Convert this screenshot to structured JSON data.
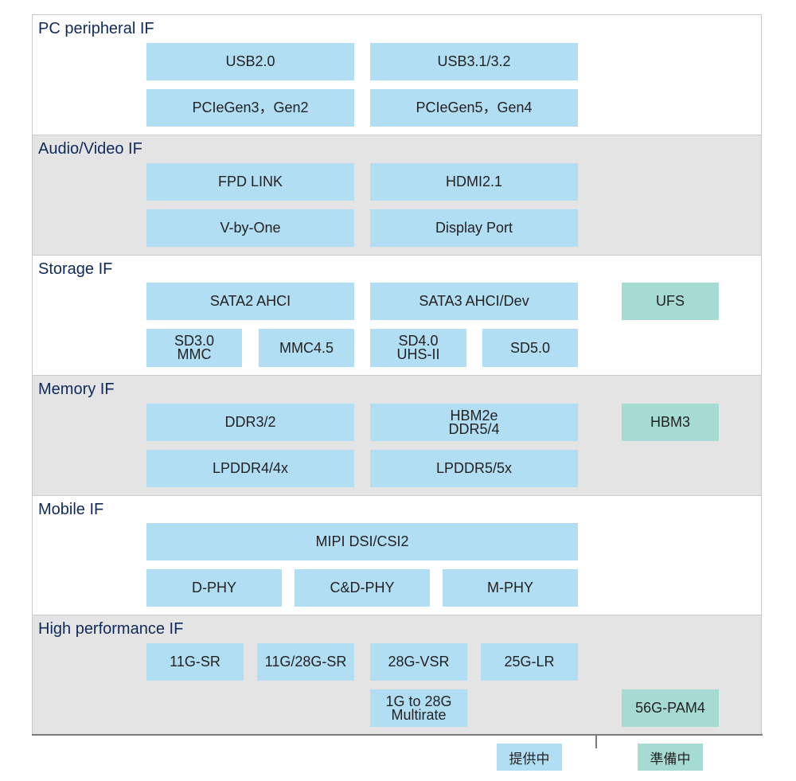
{
  "sections": [
    {
      "title": "PC peripheral IF",
      "boxes": [
        {
          "lines": [
            "USB2.0"
          ],
          "type": "provided"
        },
        {
          "lines": [
            "USB3.1/3.2"
          ],
          "type": "provided"
        },
        {
          "lines": [
            "PCIeGen3，Gen2"
          ],
          "type": "provided"
        },
        {
          "lines": [
            "PCIeGen5，Gen4"
          ],
          "type": "provided"
        }
      ]
    },
    {
      "title": "Audio/Video IF",
      "boxes": [
        {
          "lines": [
            "FPD LINK"
          ],
          "type": "provided"
        },
        {
          "lines": [
            "HDMI2.1"
          ],
          "type": "provided"
        },
        {
          "lines": [
            "V-by-One"
          ],
          "type": "provided"
        },
        {
          "lines": [
            "Display Port"
          ],
          "type": "provided"
        }
      ]
    },
    {
      "title": "Storage IF",
      "boxes": [
        {
          "lines": [
            "SATA2 AHCI"
          ],
          "type": "provided"
        },
        {
          "lines": [
            "SATA3 AHCI/Dev"
          ],
          "type": "provided"
        },
        {
          "lines": [
            "UFS"
          ],
          "type": "preparing"
        },
        {
          "lines": [
            "SD3.0",
            "MMC"
          ],
          "type": "provided"
        },
        {
          "lines": [
            "MMC4.5"
          ],
          "type": "provided"
        },
        {
          "lines": [
            "SD4.0",
            "UHS-II"
          ],
          "type": "provided"
        },
        {
          "lines": [
            "SD5.0"
          ],
          "type": "provided"
        }
      ]
    },
    {
      "title": "Memory IF",
      "boxes": [
        {
          "lines": [
            "DDR3/2"
          ],
          "type": "provided"
        },
        {
          "lines": [
            "HBM2e",
            "DDR5/4"
          ],
          "type": "provided"
        },
        {
          "lines": [
            "HBM3"
          ],
          "type": "preparing"
        },
        {
          "lines": [
            "LPDDR4/4x"
          ],
          "type": "provided"
        },
        {
          "lines": [
            "LPDDR5/5x"
          ],
          "type": "provided"
        }
      ]
    },
    {
      "title": "Mobile IF",
      "boxes": [
        {
          "lines": [
            "MIPI DSI/CSI2"
          ],
          "type": "provided"
        },
        {
          "lines": [
            "D-PHY"
          ],
          "type": "provided"
        },
        {
          "lines": [
            "C&D-PHY"
          ],
          "type": "provided"
        },
        {
          "lines": [
            "M-PHY"
          ],
          "type": "provided"
        }
      ]
    },
    {
      "title": "High performance IF",
      "boxes": [
        {
          "lines": [
            "11G-SR"
          ],
          "type": "provided"
        },
        {
          "lines": [
            "11G/28G-SR"
          ],
          "type": "provided"
        },
        {
          "lines": [
            "28G-VSR"
          ],
          "type": "provided"
        },
        {
          "lines": [
            "25G-LR"
          ],
          "type": "provided"
        },
        {
          "lines": [
            "1G to 28G",
            "Multirate"
          ],
          "type": "provided"
        },
        {
          "lines": [
            "56G-PAM4"
          ],
          "type": "preparing"
        }
      ]
    }
  ],
  "legend": {
    "provided": {
      "label": "提供中",
      "color": "#b2def4"
    },
    "preparing": {
      "label": "準備中",
      "color": "#a6dbd3"
    }
  }
}
